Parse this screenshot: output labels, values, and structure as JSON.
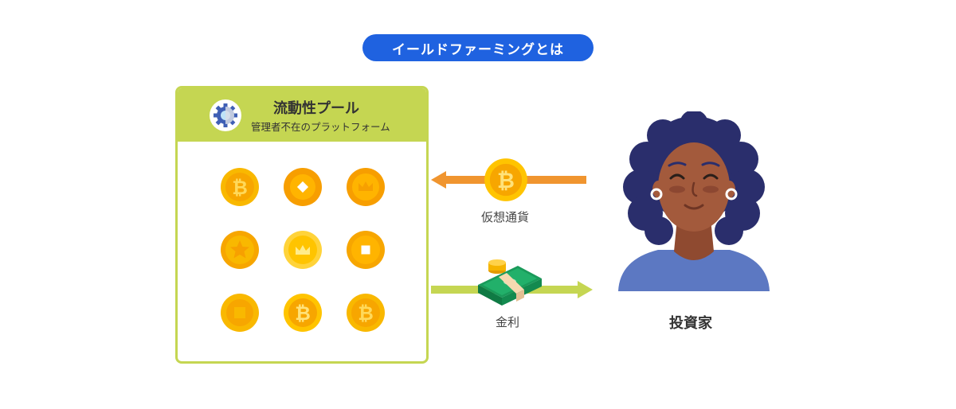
{
  "title": "イールドファーミングとは",
  "pool": {
    "title": "流動性プール",
    "subtitle": "管理者不在のプラットフォーム"
  },
  "flows": {
    "crypto_label": "仮想通貨",
    "interest_label": "金利"
  },
  "investor": {
    "label": "投資家"
  },
  "colors": {
    "title_bg": "#1f62e0",
    "pool_green": "#c5d652",
    "crypto_arrow": "#f0952f",
    "interest_arrow": "#c5d652",
    "coin_gold": "#f9b800",
    "hair": "#2a2e6c",
    "skin": "#a35a3c",
    "shirt": "#5c78c2"
  },
  "icons": [
    "gear-icon",
    "bitcoin-coin-icon",
    "diamond-coin-icon",
    "crown-coin-icon",
    "star-coin-icon",
    "square-coin-icon",
    "money-stack-icon",
    "investor-avatar"
  ]
}
